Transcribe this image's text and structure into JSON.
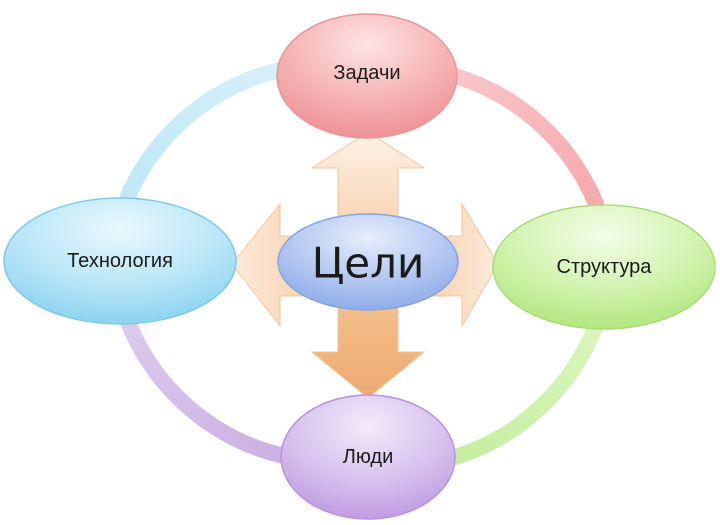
{
  "diagram": {
    "center": {
      "label": "Цели"
    },
    "nodes": {
      "top": {
        "label": "Задачи"
      },
      "right": {
        "label": "Структура"
      },
      "bottom": {
        "label": "Люди"
      },
      "left": {
        "label": "Технология"
      }
    }
  },
  "colors": {
    "top": "#f49aa0",
    "right": "#b7e98a",
    "bottom": "#c9a9e6",
    "left": "#8fd6f2",
    "center": "#9ab4ec",
    "arrows": "#f5c79a"
  }
}
